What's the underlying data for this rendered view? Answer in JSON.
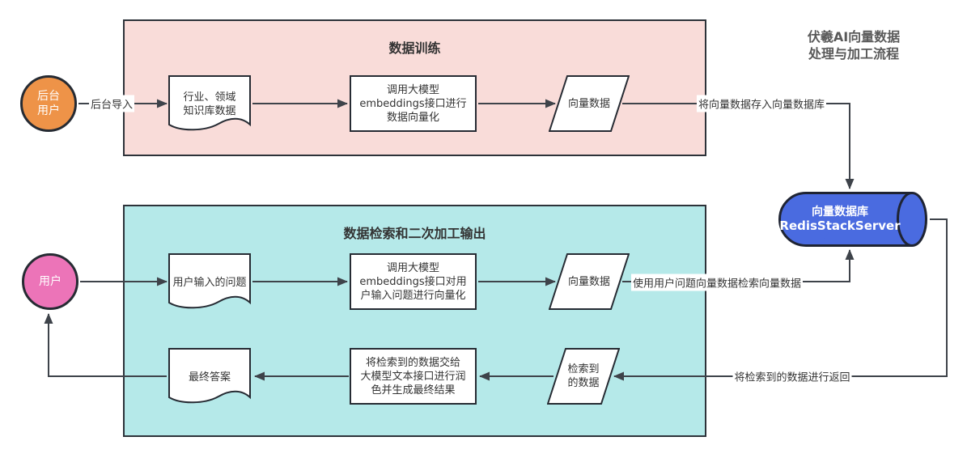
{
  "diagram": {
    "title_line1": "伏羲AI向量数据",
    "title_line2": "处理与加工流程"
  },
  "sections": {
    "training": {
      "title": "数据训练",
      "fill": "#f9dcd9"
    },
    "retrieval": {
      "title": "数据检索和二次加工输出",
      "fill": "#b5e9e9"
    }
  },
  "actors": {
    "backend_user": {
      "line1": "后台",
      "line2": "用户",
      "fill": "#ee9348"
    },
    "user": {
      "label": "用户",
      "fill": "#ec74b8"
    }
  },
  "nodes": {
    "industry_doc": {
      "line1": "行业、领域",
      "line2": "知识库数据"
    },
    "train_embed": {
      "line1": "调用大模型",
      "line2": "embeddings接口进行",
      "line3": "数据向量化"
    },
    "train_vector": {
      "label": "向量数据"
    },
    "user_question": {
      "label": "用户输入的问题"
    },
    "query_embed": {
      "line1": "调用大模型",
      "line2": "embeddings接口对用",
      "line3": "户输入问题进行向量化"
    },
    "query_vector": {
      "label": "向量数据"
    },
    "retrieved": {
      "line1": "检索到",
      "line2": "的数据"
    },
    "polish": {
      "line1": "将检索到的数据交给",
      "line2": "大模型文本接口进行润",
      "line3": "色并生成最终结果"
    },
    "final_answer": {
      "label": "最终答案"
    },
    "vector_db": {
      "line1": "向量数据库",
      "line2": "RedisStackServer",
      "fill": "#4a6be0"
    }
  },
  "edge_labels": {
    "backend_import": "后台导入",
    "store": "将向量数据存入向量数据库",
    "search": "使用用户问题向量数据检索向量数据",
    "return": "将检索到的数据进行返回"
  },
  "colors": {
    "line": "#3e434a",
    "shape_border": "#262b33",
    "title_text": "#595959",
    "training_fill": "#f9dcd9",
    "retrieval_fill": "#b5e9e9",
    "backend_user_fill": "#ee9348",
    "user_fill": "#ec74b8",
    "db_fill": "#4a6be0"
  }
}
